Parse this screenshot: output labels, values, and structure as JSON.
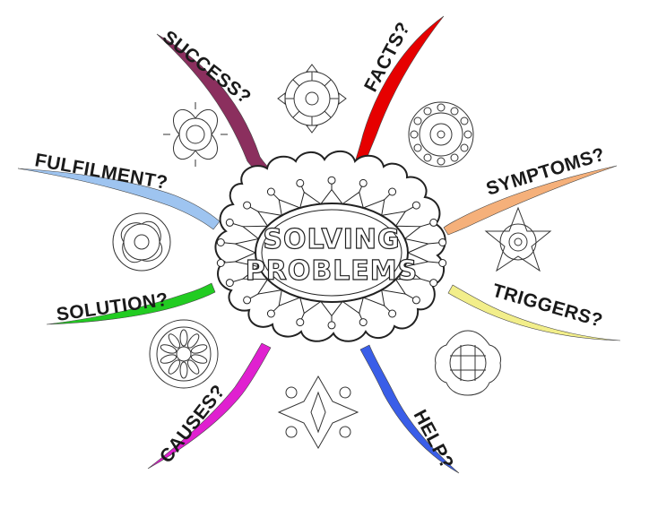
{
  "center": {
    "line1": "SOLVING",
    "line2": "PROBLEMS"
  },
  "branches": [
    {
      "id": "success",
      "label": "SUCCESS?",
      "color": "#8b2f5e"
    },
    {
      "id": "facts",
      "label": "FACTS?",
      "color": "#e60000"
    },
    {
      "id": "symptoms",
      "label": "SYMPTOMS?",
      "color": "#f5b07a"
    },
    {
      "id": "triggers",
      "label": "TRIGGERS?",
      "color": "#f2ee8a"
    },
    {
      "id": "help",
      "label": "HELP?",
      "color": "#3a5ee8"
    },
    {
      "id": "causes",
      "label": "CAUSES?",
      "color": "#e020d0"
    },
    {
      "id": "solution",
      "label": "SOLUTION?",
      "color": "#22cc22"
    },
    {
      "id": "fulfilment",
      "label": "FULFILMENT?",
      "color": "#9ec4f0"
    }
  ]
}
